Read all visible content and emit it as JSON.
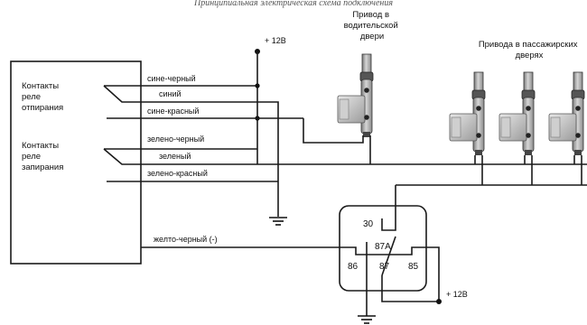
{
  "caption": "Принципиальная электрическая схема подключения",
  "supply_top": "+ 12В",
  "supply_bottom": "+ 12В",
  "driver_actuator_title": [
    "Привод в",
    "водительской",
    "двери"
  ],
  "passenger_actuators_title": [
    "Привода в пассажирских",
    "дверях"
  ],
  "unlock_relay_label": [
    "Контакты",
    "реле",
    "отпирания"
  ],
  "lock_relay_label": [
    "Контакты",
    "реле",
    "запирания"
  ],
  "wires": {
    "blue_black": "сине-черный",
    "blue": "синий",
    "blue_red": "сине-красный",
    "green_black": "зелено-черный",
    "green": "зеленый",
    "green_red": "зелено-красный",
    "yellow_black": "желто-черный (-)"
  },
  "relay_pins": {
    "p30": "30",
    "p87a": "87A",
    "p86": "86",
    "p87": "87",
    "p85": "85"
  }
}
